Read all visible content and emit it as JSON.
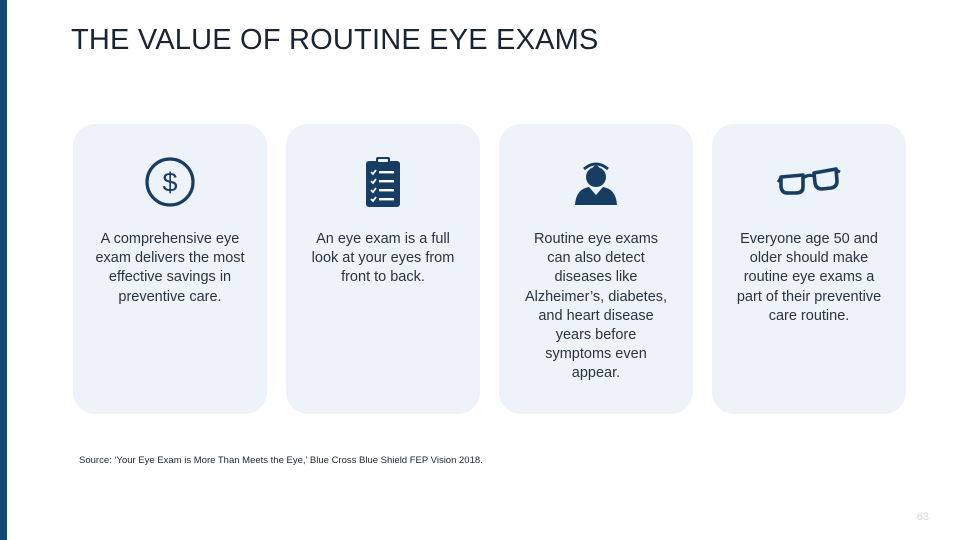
{
  "slide": {
    "title": "THE VALUE OF ROUTINE EYE EXAMS",
    "accent_color": "#0f4c75",
    "card_color": "#edf3f9",
    "icon_color": "#173d63"
  },
  "cards": [
    {
      "icon": "dollar-circle-icon",
      "text": "A comprehensive eye exam delivers the most effective savings in preventive care."
    },
    {
      "icon": "clipboard-checklist-icon",
      "text": "An eye exam is a full look at your eyes from front to back."
    },
    {
      "icon": "doctor-icon",
      "text": "Routine eye exams can also detect diseases like Alzheimer’s, diabetes, and heart disease years before symptoms even appear."
    },
    {
      "icon": "eyeglasses-icon",
      "text": "Everyone age 50 and older should make routine eye exams a part of their preventive care routine."
    }
  ],
  "source": "Source: ‘Your Eye Exam is More Than Meets the Eye,’ Blue Cross Blue Shield FEP Vision 2018.",
  "page_number": "63"
}
